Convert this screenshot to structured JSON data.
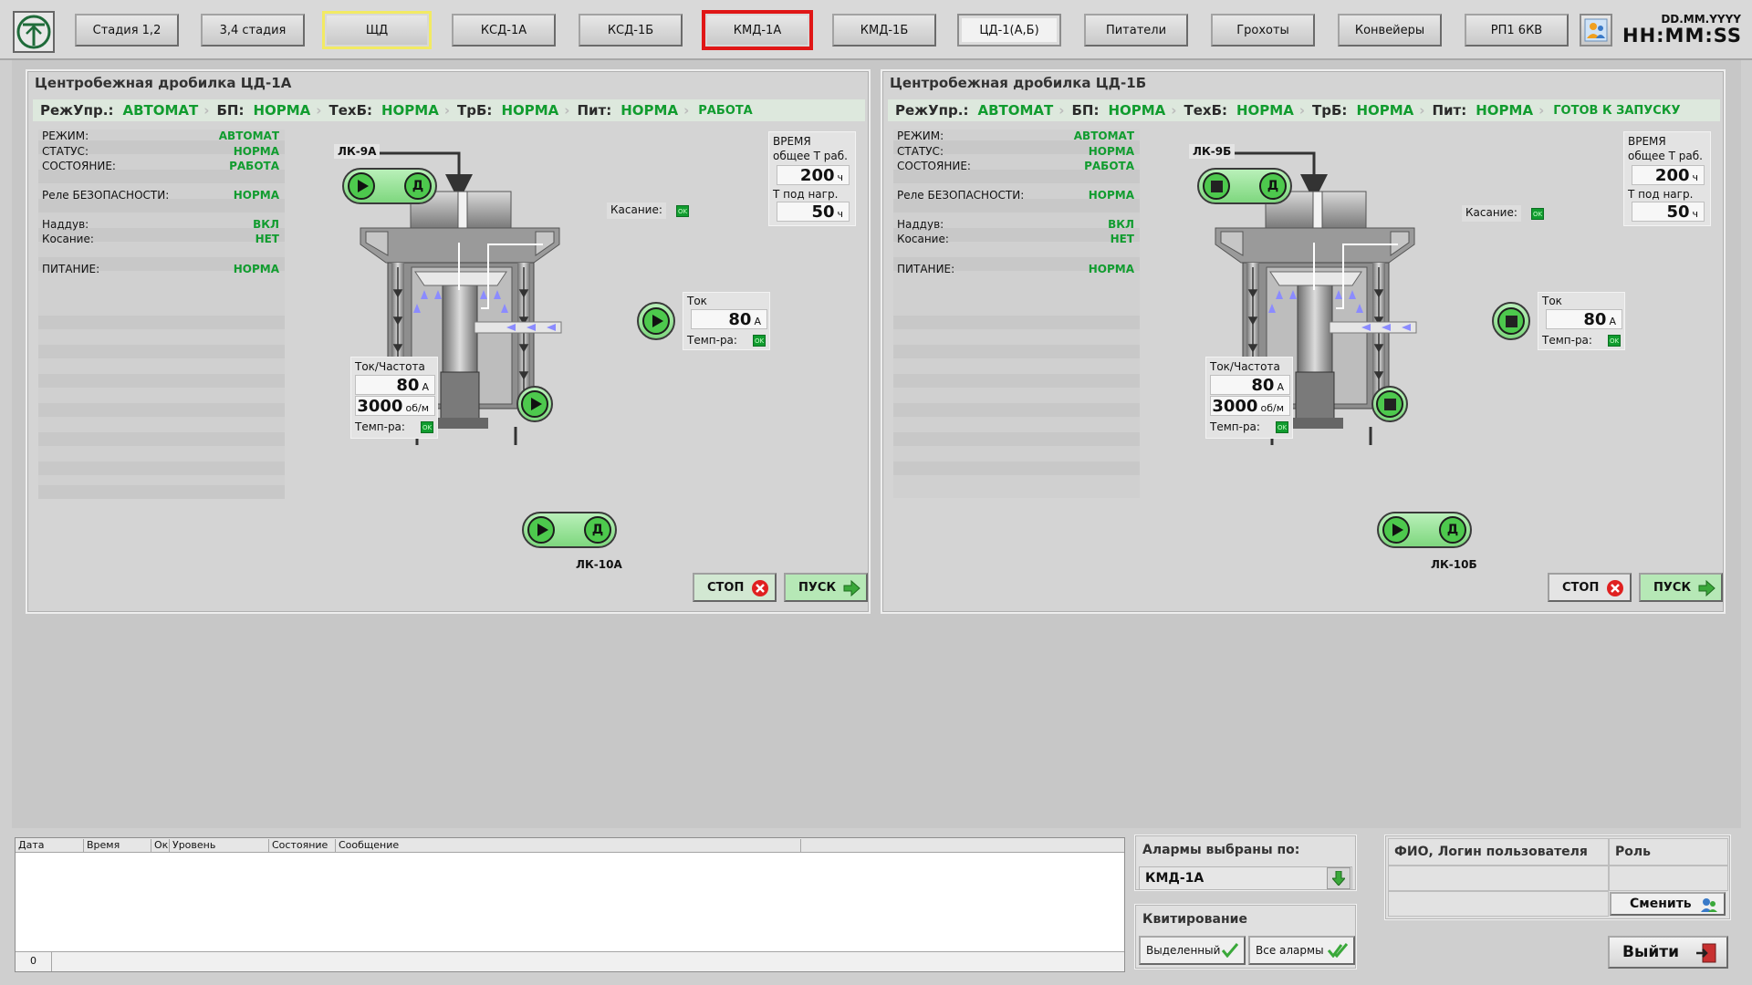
{
  "nav": {
    "tabs": [
      {
        "label": "Стадия 1,2"
      },
      {
        "label": "3,4 стадия"
      },
      {
        "label": "ЩД"
      },
      {
        "label": "КСД-1А"
      },
      {
        "label": "КСД-1Б"
      },
      {
        "label": "КМД-1А"
      },
      {
        "label": "КМД-1Б"
      },
      {
        "label": "ЦД-1(А,Б)"
      },
      {
        "label": "Питатели"
      },
      {
        "label": "Грохоты"
      },
      {
        "label": "Конвейеры"
      },
      {
        "label": "РП1 6КВ"
      }
    ],
    "highlight_yellow": "#f2ea63",
    "highlight_red": "#e01616"
  },
  "clock": {
    "date": "DD.MM.YYYY",
    "time": "HH:MM:SS"
  },
  "colors": {
    "ok_green": "#119c2f",
    "pump_green": "#4dc94d",
    "flow_arrow": "#8b8bff"
  },
  "panels": [
    {
      "title": "Центробежная дробилка ЦД-1А",
      "strip": {
        "mode_label": "РежУпр.:",
        "mode_value": "АВТОМАТ",
        "bp_label": "БП:",
        "bp_value": "НОРМА",
        "techb_label": "ТехБ:",
        "techb_value": "НОРМА",
        "trb_label": "ТрБ:",
        "trb_value": "НОРМА",
        "pit_label": "Пит:",
        "pit_value": "НОРМА",
        "state": "РАБОТА"
      },
      "info": [
        {
          "k": "РЕЖИМ:",
          "v": "АВТОМАТ"
        },
        {
          "k": "СТАТУС:",
          "v": "НОРМА"
        },
        {
          "k": "СОСТОЯНИЕ:",
          "v": "РАБОТА"
        },
        {
          "k": "Реле БЕЗОПАСНОСТИ:",
          "v": "НОРМА"
        },
        {
          "k": "Наддув:",
          "v": "ВКЛ"
        },
        {
          "k": "Косание:",
          "v": "НЕТ"
        },
        {
          "k": "ПИТАНИЕ:",
          "v": "НОРМА"
        }
      ],
      "lk_top": "ЛК-9А",
      "lk_bottom": "ЛК-10А",
      "top_pump_state": "running",
      "bottom_pump_state": "running",
      "oil_pump_state": "running",
      "motor_state": "running",
      "kasanie_label": "Касание:",
      "ok_text": "OK",
      "time": {
        "header": "ВРЕМЯ",
        "total_label": "общее Т раб.",
        "total_value": "200",
        "total_unit": "ч",
        "load_label": "Т под нагр.",
        "load_value": "50",
        "load_unit": "ч"
      },
      "oil_current": {
        "label": "Ток",
        "value": "80",
        "unit": "А",
        "temp_label": "Темп-ра:"
      },
      "motor": {
        "label": "Ток/Частота",
        "current": "80",
        "current_unit": "А",
        "rpm": "3000",
        "rpm_unit": "об/м",
        "temp_label": "Темп-ра:"
      },
      "stop_label": "СТОП",
      "start_label": "ПУСК"
    },
    {
      "title": "Центробежная дробилка ЦД-1Б",
      "strip": {
        "mode_label": "РежУпр.:",
        "mode_value": "АВТОМАТ",
        "bp_label": "БП:",
        "bp_value": "НОРМА",
        "techb_label": "ТехБ:",
        "techb_value": "НОРМА",
        "trb_label": "ТрБ:",
        "trb_value": "НОРМА",
        "pit_label": "Пит:",
        "pit_value": "НОРМА",
        "state": "ГОТОВ К ЗАПУСКУ"
      },
      "info": [
        {
          "k": "РЕЖИМ:",
          "v": "АВТОМАТ"
        },
        {
          "k": "СТАТУС:",
          "v": "НОРМА"
        },
        {
          "k": "СОСТОЯНИЕ:",
          "v": "РАБОТА"
        },
        {
          "k": "Реле БЕЗОПАСНОСТИ:",
          "v": "НОРМА"
        },
        {
          "k": "Наддув:",
          "v": "ВКЛ"
        },
        {
          "k": "Косание:",
          "v": "НЕТ"
        },
        {
          "k": "ПИТАНИЕ:",
          "v": "НОРМА"
        }
      ],
      "lk_top": "ЛК-9Б",
      "lk_bottom": "ЛК-10Б",
      "top_pump_state": "stopped",
      "bottom_pump_state": "running",
      "oil_pump_state": "stopped",
      "motor_state": "stopped",
      "kasanie_label": "Касание:",
      "ok_text": "OK",
      "time": {
        "header": "ВРЕМЯ",
        "total_label": "общее Т раб.",
        "total_value": "200",
        "total_unit": "ч",
        "load_label": "Т под нагр.",
        "load_value": "50",
        "load_unit": "ч"
      },
      "oil_current": {
        "label": "Ток",
        "value": "80",
        "unit": "А",
        "temp_label": "Темп-ра:"
      },
      "motor": {
        "label": "Ток/Частота",
        "current": "80",
        "current_unit": "А",
        "rpm": "3000",
        "rpm_unit": "об/м",
        "temp_label": "Темп-ра:"
      },
      "stop_label": "СТОП",
      "start_label": "ПУСК"
    }
  ],
  "pump_d_label": "Д",
  "alarms": {
    "columns": [
      "Дата",
      "Время",
      "Ок",
      "Уровень",
      "Состояние",
      "Сообщение"
    ],
    "count": "0"
  },
  "alarm_filter": {
    "title": "Алармы выбраны по:",
    "value": "КМД-1А"
  },
  "ack": {
    "title": "Квитирование",
    "selected": "Выделенный",
    "all": "Все алармы"
  },
  "user": {
    "col_name": "ФИО, Логин пользователя",
    "col_role": "Роль",
    "change": "Сменить"
  },
  "exit_label": "Выйти"
}
